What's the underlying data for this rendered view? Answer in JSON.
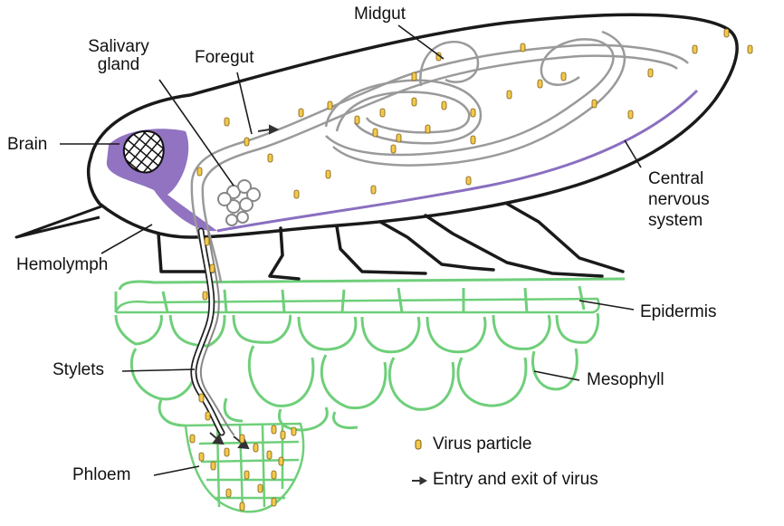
{
  "labels": {
    "salivary_gland": "Salivary\ngland",
    "foregut": "Foregut",
    "midgut": "Midgut",
    "brain": "Brain",
    "central_nervous_system": "Central\nnervous\nsystem",
    "hemolymph": "Hemolymph",
    "epidermis": "Epidermis",
    "mesophyll": "Mesophyll",
    "stylets": "Stylets",
    "phloem": "Phloem"
  },
  "legend": {
    "virus_particle": "Virus particle",
    "entry_exit": "Entry and exit of virus"
  },
  "colors": {
    "outline": "#1a1a1a",
    "gut": "#9a9a9a",
    "nervous": "#8a6fc0",
    "brain_fill": "#8b6bbf",
    "plant": "#6fcf7a",
    "virus": "#f2c94c"
  },
  "icons": {
    "virus": "virus-particle-icon",
    "arrow": "arrow-right-icon"
  }
}
